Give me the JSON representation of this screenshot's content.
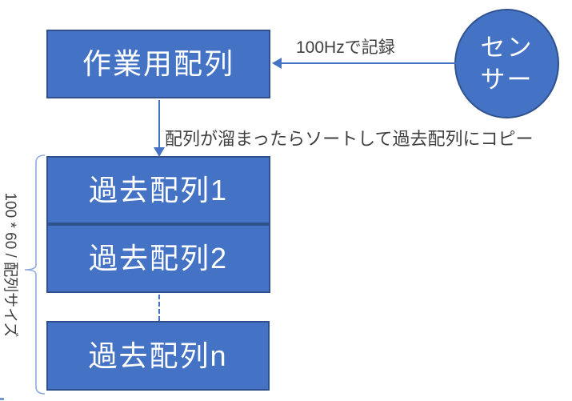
{
  "diagram": {
    "title": "sensor-array-flow",
    "colors": {
      "shape_fill": "#4472C4",
      "shape_border": "#2F528F",
      "connector": "#4472C4",
      "brace": "#8FAADC",
      "label_text": "#3F3F3F",
      "shape_text": "#FFFFFF",
      "background": "#FFFFFF"
    },
    "nodes": {
      "sensor": {
        "label": "センサー",
        "label_line1": "セン",
        "label_line2": "サー",
        "shape": "circle"
      },
      "working_array": {
        "label": "作業用配列",
        "shape": "rectangle"
      },
      "past_arrays": [
        {
          "label": "過去配列1"
        },
        {
          "label": "過去配列2"
        },
        {
          "label": "過去配列n"
        }
      ]
    },
    "edges": {
      "sensor_to_working": {
        "label": "100Hzで記録",
        "style": "solid-arrow-left"
      },
      "working_to_past": {
        "label": "配列が溜まったらソートして過去配列にコピー",
        "style": "solid-arrow-down"
      },
      "past2_to_pastn": {
        "label": "",
        "style": "dashed"
      }
    },
    "brace_label": "100 * 60 / 配列サイズ"
  }
}
